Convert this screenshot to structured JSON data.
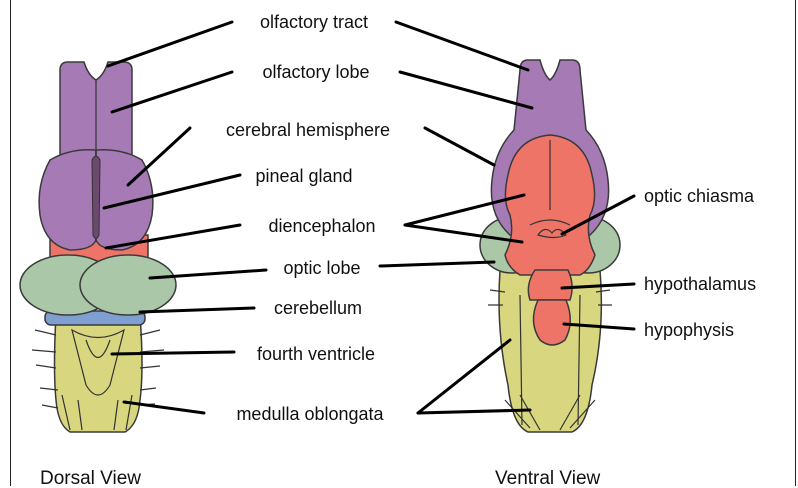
{
  "labels": {
    "olfactory_tract": "olfactory tract",
    "olfactory_lobe": "olfactory lobe",
    "cerebral_hemisphere": "cerebral hemisphere",
    "pineal_gland": "pineal gland",
    "diencephalon": "diencephalon",
    "optic_lobe": "optic lobe",
    "cerebellum": "cerebellum",
    "fourth_ventricle": "fourth ventricle",
    "medulla_oblongata": "medulla oblongata",
    "optic_chiasma": "optic chiasma",
    "hypothalamus": "hypothalamus",
    "hypophysis": "hypophysis"
  },
  "captions": {
    "dorsal": "Dorsal View",
    "ventral": "Ventral View"
  },
  "colors": {
    "purple": "#a57ab5",
    "salmon": "#ee7468",
    "green": "#aac8a8",
    "blue": "#7e9fd0",
    "yellow": "#d8d67e"
  }
}
